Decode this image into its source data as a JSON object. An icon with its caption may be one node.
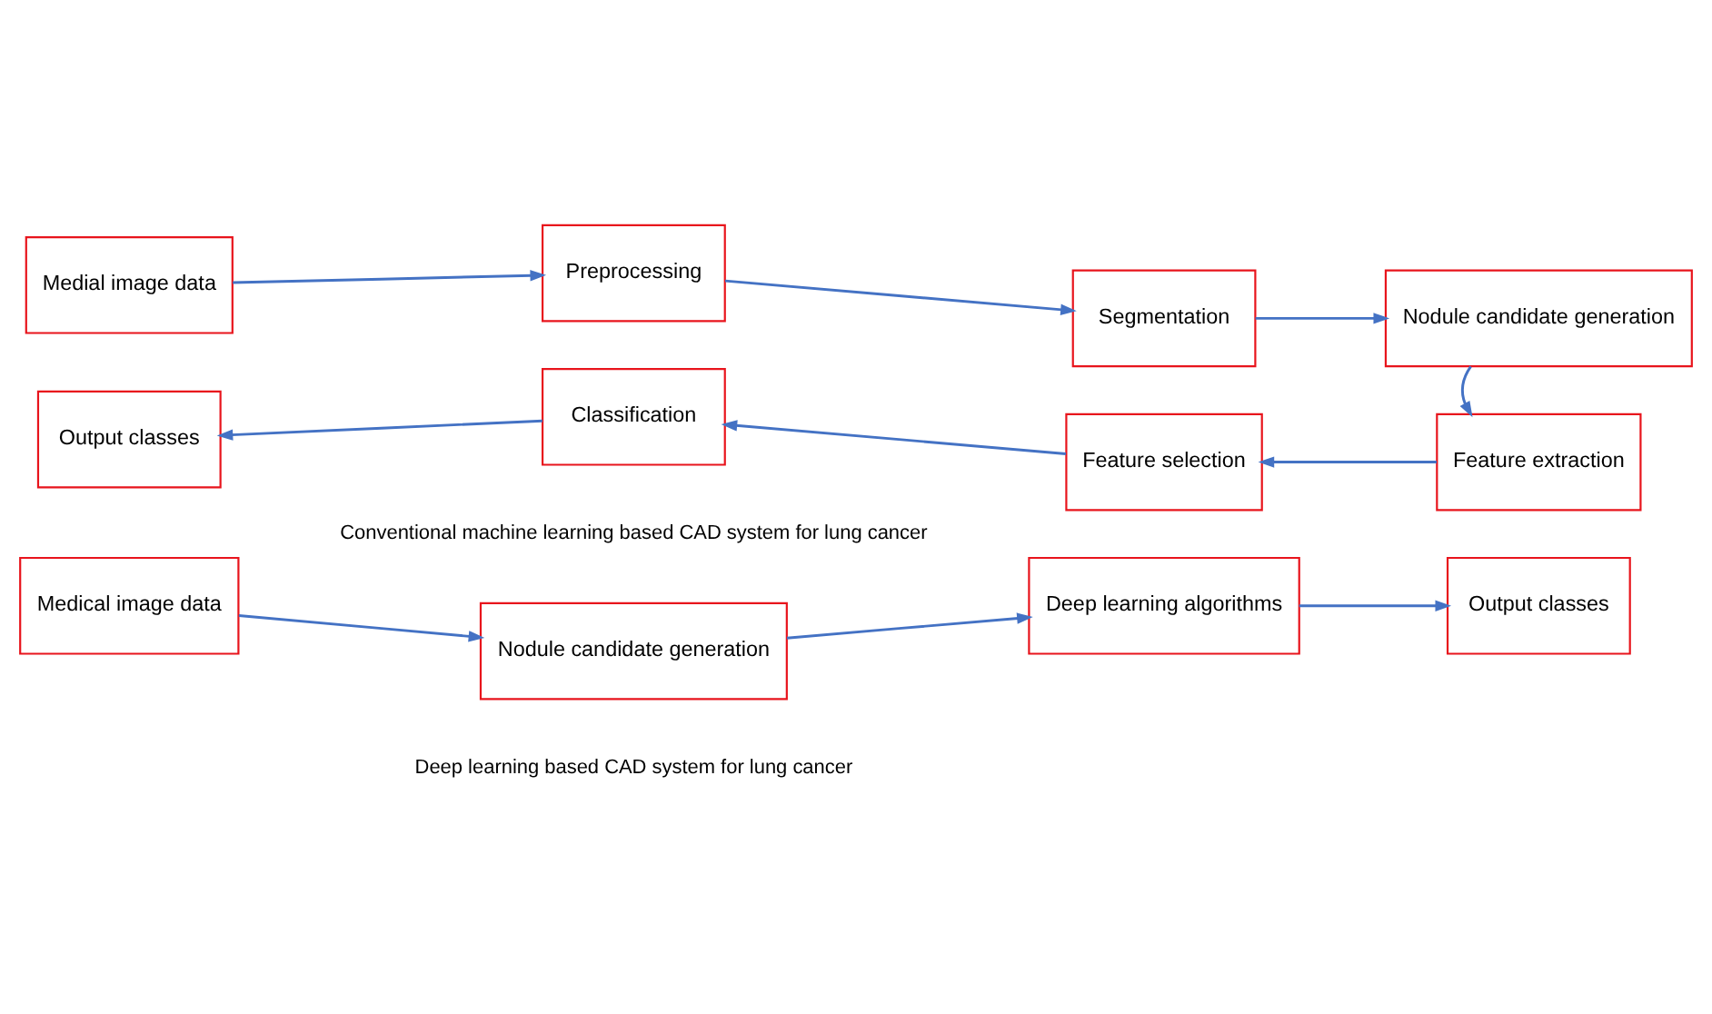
{
  "diagram": {
    "nodes": [
      {
        "text": [
          "Medial image data"
        ]
      },
      {
        "text": [
          "Preprocessing"
        ]
      },
      {
        "text": [
          "Segmentation"
        ]
      },
      {
        "text": [
          "Nodule candidate generation"
        ]
      },
      {
        "text": [
          "Feature extraction"
        ]
      },
      {
        "text": [
          "Feature selection"
        ]
      },
      {
        "text": [
          "Classification"
        ]
      },
      {
        "text": [
          "Output classes"
        ]
      },
      {
        "text": [
          "Medical image data"
        ]
      },
      {
        "text": [
          "Nodule candidate generation"
        ]
      },
      {
        "text": [
          "Deep learning algorithms"
        ]
      },
      {
        "text": [
          "Output classes"
        ]
      }
    ],
    "edges": [
      {
        "from": 0,
        "to": 1,
        "arrow": "to"
      },
      {
        "from": 1,
        "to": 2,
        "arrow": "to"
      },
      {
        "from": 2,
        "to": 3,
        "arrow": "to"
      },
      {
        "from": 3,
        "to": 4,
        "arrow": "to"
      },
      {
        "from": 4,
        "to": 5,
        "arrow": "to"
      },
      {
        "from": 5,
        "to": 6,
        "arrow": "to"
      },
      {
        "from": 6,
        "to": 7,
        "arrow": "to"
      },
      {
        "from": 8,
        "to": 9,
        "arrow": "to"
      },
      {
        "from": 9,
        "to": 10,
        "arrow": "to"
      },
      {
        "from": 10,
        "to": 11,
        "arrow": "to"
      }
    ],
    "labels": [
      "Conventional machine learning based CAD system for lung cancer",
      "Deep learning based CAD system for lung cancer"
    ]
  }
}
